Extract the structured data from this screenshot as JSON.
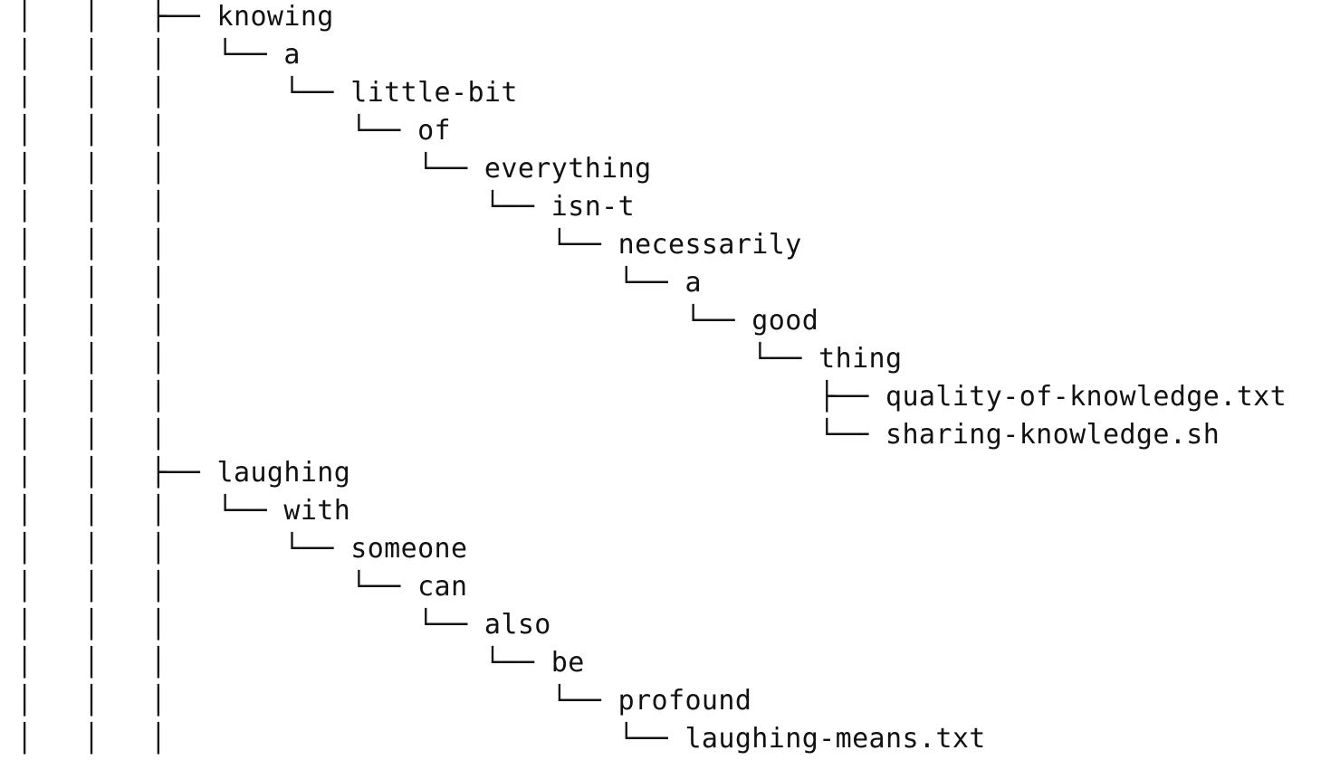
{
  "terminal": {
    "lines": [
      "│   │   ├── knowing",
      "│   │   │   └── a",
      "│   │   │       └── little-bit",
      "│   │   │           └── of",
      "│   │   │               └── everything",
      "│   │   │                   └── isn-t",
      "│   │   │                       └── necessarily",
      "│   │   │                           └── a",
      "│   │   │                               └── good",
      "│   │   │                                   └── thing",
      "│   │   │                                       ├── quality-of-knowledge.txt",
      "│   │   │                                       └── sharing-knowledge.sh",
      "│   │   ├── laughing",
      "│   │   │   └── with",
      "│   │   │       └── someone",
      "│   │   │           └── can",
      "│   │   │               └── also",
      "│   │   │                   └── be",
      "│   │   │                       └── profound",
      "│   │   │                           └── laughing-means.txt"
    ]
  },
  "colors": {
    "background": "#ffffff",
    "text": "#111111"
  }
}
